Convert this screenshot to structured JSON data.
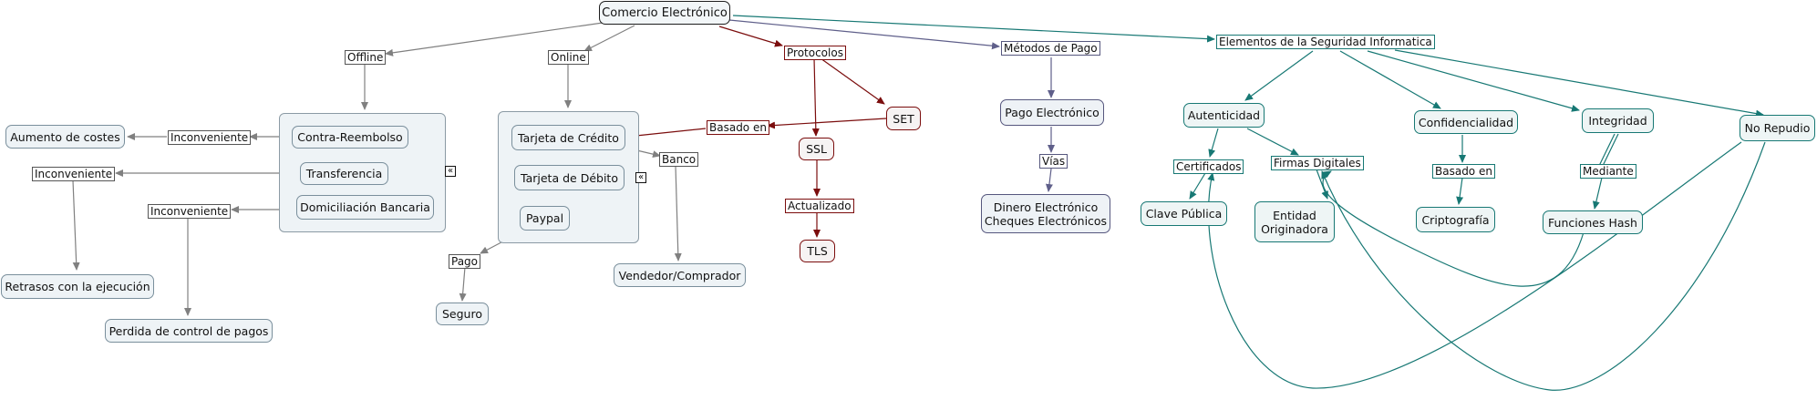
{
  "nodes": {
    "root": "Comercio Electrónico",
    "offline": "Offline",
    "online": "Online",
    "protocolos": "Protocolos",
    "metodos": "Métodos de Pago",
    "elementos": "Elementos de la Seguridad Informatica",
    "contra": "Contra-Reembolso",
    "transferencia": "Transferencia",
    "domiciliacion": "Domiciliación Bancaria",
    "aumento": "Aumento de costes",
    "retrasos": "Retrasos con la ejecución",
    "perdida": "Perdida de control de pagos",
    "tarjeta_credito": "Tarjeta de Crédito",
    "tarjeta_debito": "Tarjeta de Débito",
    "paypal": "Paypal",
    "banco": "Banco",
    "vendedor": "Vendedor/Comprador",
    "seguro": "Seguro",
    "set": "SET",
    "ssl": "SSL",
    "tls": "TLS",
    "pago_electronico": "Pago Electrónico",
    "dinero": "Dinero Electrónico\nCheques Electrónicos",
    "autenticidad": "Autenticidad",
    "confidencialidad": "Confidencialidad",
    "integridad": "Integridad",
    "no_repudio": "No Repudio",
    "clave_publica": "Clave Pública",
    "entidad": "Entidad\nOriginadora",
    "criptografia": "Criptografía",
    "funciones_hash": "Funciones Hash"
  },
  "labels": {
    "inconveniente_1": "Inconveniente",
    "inconveniente_2": "Inconveniente",
    "inconveniente_3": "Inconveniente",
    "pago": "Pago",
    "basado_en_red": "Basado en",
    "actualizado": "Actualizado",
    "vias": "Vías",
    "certificados": "Certificados",
    "firmas": "Firmas Digitales",
    "basado_en_teal": "Basado en",
    "mediante": "Mediante"
  },
  "icons": {
    "collapse_1": "«",
    "collapse_2": "«"
  },
  "colors": {
    "gray": "#808080",
    "red": "#7b0d0d",
    "slate": "#5f5f8a",
    "teal": "#177874"
  }
}
